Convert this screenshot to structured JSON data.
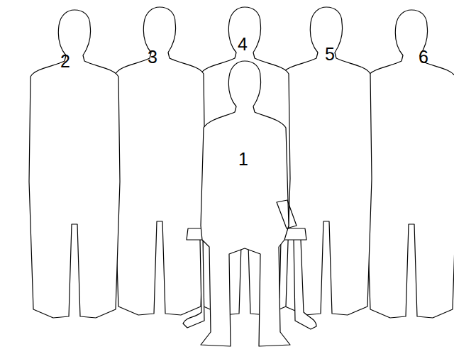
{
  "diagram": {
    "labels": [
      "2",
      "3",
      "4",
      "5",
      "6",
      "1"
    ]
  }
}
